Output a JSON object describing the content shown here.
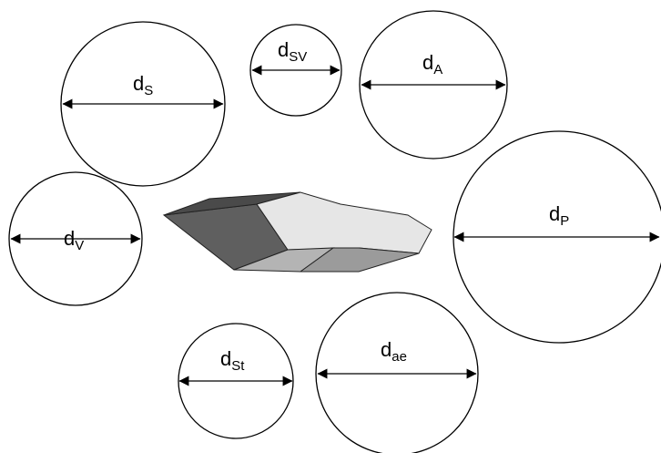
{
  "diagram": {
    "particle": {
      "faces": [
        {
          "name": "particle-face-dark-left",
          "color": "#5f5f5f"
        },
        {
          "name": "particle-face-top-dark",
          "color": "#4a4a4a"
        },
        {
          "name": "particle-face-light-top",
          "color": "#e6e6e6"
        },
        {
          "name": "particle-face-bottom-mid",
          "color": "#b4b4b4"
        },
        {
          "name": "particle-face-bottom-right",
          "color": "#9b9b9b"
        }
      ]
    },
    "diameters": [
      {
        "id": "s",
        "base": "d",
        "sub": "S"
      },
      {
        "id": "sv",
        "base": "d",
        "sub": "SV"
      },
      {
        "id": "a",
        "base": "d",
        "sub": "A"
      },
      {
        "id": "v",
        "base": "d",
        "sub": "V"
      },
      {
        "id": "p",
        "base": "d",
        "sub": "P"
      },
      {
        "id": "st",
        "base": "d",
        "sub": "St"
      },
      {
        "id": "ae",
        "base": "d",
        "sub": "ae"
      }
    ]
  }
}
